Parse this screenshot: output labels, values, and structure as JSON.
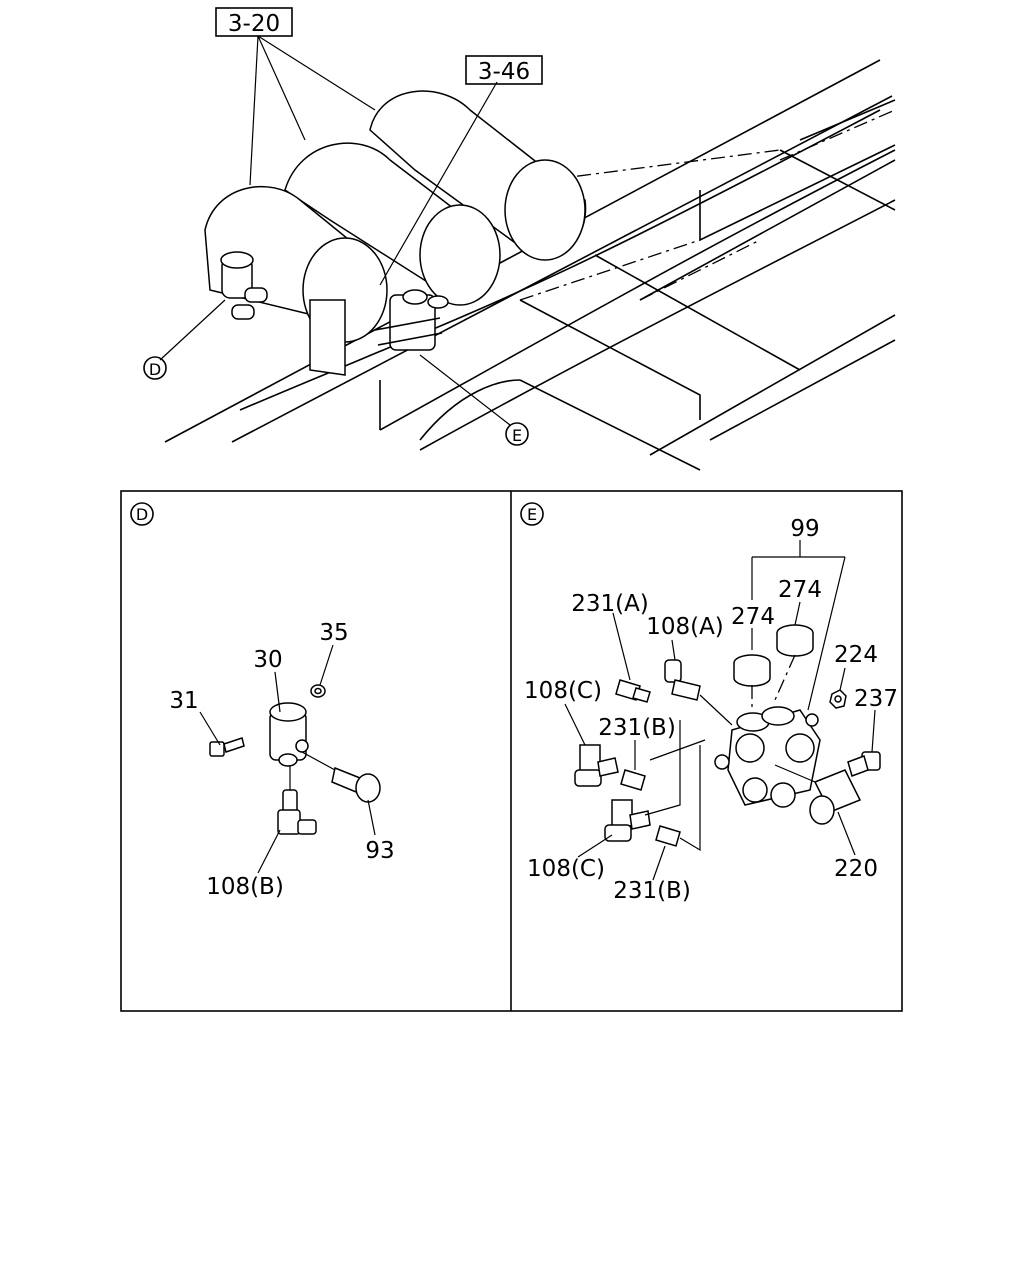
{
  "overview": {
    "ref_box_1": "3-20",
    "ref_box_2": "3-46",
    "callout_d": "D",
    "callout_e": "E"
  },
  "panel_d": {
    "marker": "D",
    "labels": {
      "p35": "35",
      "p30": "30",
      "p31": "31",
      "p93": "93",
      "p108b": "108(B)"
    }
  },
  "panel_e": {
    "marker": "E",
    "labels": {
      "p99": "99",
      "p274a": "274",
      "p274b": "274",
      "p231a": "231(A)",
      "p108a": "108(A)",
      "p224": "224",
      "p237": "237",
      "p108c_top": "108(C)",
      "p231b_top": "231(B)",
      "p108c_bottom": "108(C)",
      "p231b_bottom": "231(B)",
      "p220": "220"
    }
  }
}
